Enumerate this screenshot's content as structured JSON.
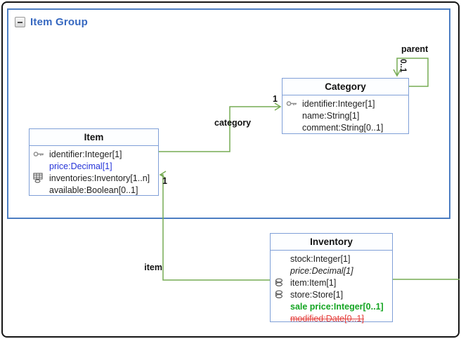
{
  "group": {
    "label": "Item Group"
  },
  "classes": {
    "item": {
      "title": "Item",
      "attributes": [
        {
          "icon": "key-icon",
          "text": "identifier:Integer[1]"
        },
        {
          "icon": null,
          "text": "price:Decimal[1]"
        },
        {
          "icon": "table-link-icon",
          "text": "inventories:Inventory[1..n]"
        },
        {
          "icon": null,
          "text": "available:Boolean[0..1]"
        }
      ]
    },
    "category": {
      "title": "Category",
      "attributes": [
        {
          "icon": "key-icon",
          "text": "identifier:Integer[1]"
        },
        {
          "icon": null,
          "text": "name:String[1]"
        },
        {
          "icon": null,
          "text": "comment:String[0..1]"
        }
      ]
    },
    "inventory": {
      "title": "Inventory",
      "attributes": [
        {
          "icon": null,
          "text": "stock:Integer[1]"
        },
        {
          "icon": null,
          "text": "price:Decimal[1]"
        },
        {
          "icon": "coil-icon",
          "text": "item:Item[1]"
        },
        {
          "icon": "coil-icon",
          "text": "store:Store[1]"
        },
        {
          "icon": null,
          "text": "sale price:Integer[0..1]"
        },
        {
          "icon": null,
          "text": "modified:Date[0..1]"
        }
      ]
    }
  },
  "edges": {
    "category": {
      "label": "category",
      "multiplicity": "1"
    },
    "item": {
      "label": "item",
      "multiplicity": "1"
    },
    "parent": {
      "label": "parent",
      "multiplicity": "0..1"
    }
  },
  "colors": {
    "group-border": "#4d7ec2",
    "box-border": "#7f9fd7",
    "group-title": "#3668c0",
    "edge-green": "#76ab53",
    "attr-blue": "#2433d8",
    "attr-green": "#14a522",
    "attr-red": "#e5413e"
  }
}
